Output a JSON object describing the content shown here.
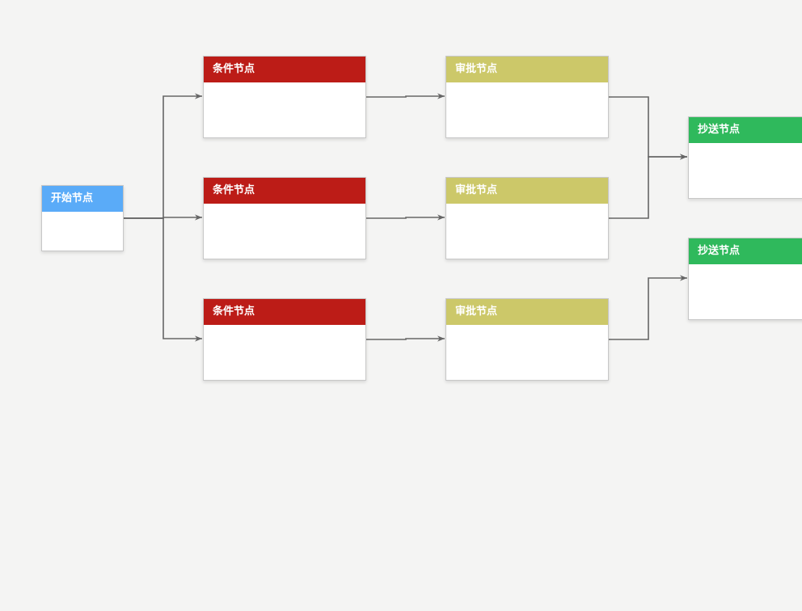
{
  "colors": {
    "background": "#f4f4f3",
    "start": "#5aabf8",
    "condition": "#bc1c17",
    "approval": "#ccc869",
    "cc": "#2fb95c",
    "edge": "#666666"
  },
  "nodes": [
    {
      "id": "start",
      "kind": "start",
      "label": "开始节点"
    },
    {
      "id": "cond1",
      "kind": "condition",
      "label": "条件节点"
    },
    {
      "id": "cond2",
      "kind": "condition",
      "label": "条件节点"
    },
    {
      "id": "cond3",
      "kind": "condition",
      "label": "条件节点"
    },
    {
      "id": "appr1",
      "kind": "approval",
      "label": "审批节点"
    },
    {
      "id": "appr2",
      "kind": "approval",
      "label": "审批节点"
    },
    {
      "id": "appr3",
      "kind": "approval",
      "label": "审批节点"
    },
    {
      "id": "cc1",
      "kind": "cc",
      "label": "抄送节点"
    },
    {
      "id": "cc2",
      "kind": "cc",
      "label": "抄送节点"
    }
  ],
  "edges": [
    {
      "from": "start",
      "to": "cond1"
    },
    {
      "from": "start",
      "to": "cond2"
    },
    {
      "from": "start",
      "to": "cond3"
    },
    {
      "from": "cond1",
      "to": "appr1"
    },
    {
      "from": "cond2",
      "to": "appr2"
    },
    {
      "from": "cond3",
      "to": "appr3"
    },
    {
      "from": "appr1",
      "to": "cc1"
    },
    {
      "from": "appr2",
      "to": "cc1"
    },
    {
      "from": "appr3",
      "to": "cc2"
    }
  ]
}
